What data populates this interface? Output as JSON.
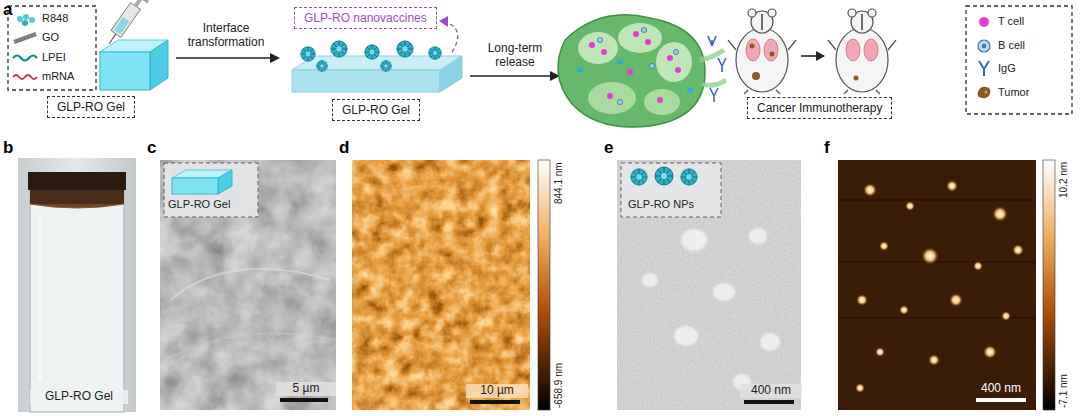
{
  "diagram": {
    "nodes": [
      {
        "text": [
          "GLP-RO Gel"
        ]
      },
      {
        "text": [
          "GLP-RO nanovaccines"
        ]
      },
      {
        "text": [
          "GLP-RO Gel"
        ]
      },
      {
        "text": [
          "Cancer Immunotherapy"
        ]
      }
    ],
    "labels": [
      "a",
      "Interface transformation",
      "Long-term release",
      "b",
      "c",
      "d",
      "e",
      "f",
      "GLP-RO Gel",
      "GLP-RO Gel",
      "5 µm",
      "844.1 nm",
      "-658.9 nm",
      "10 µm",
      "GLP-RO NPs",
      "400 nm",
      "10.2 nm",
      "-7.1 nm",
      "400 nm"
    ],
    "legend": [
      {
        "text": "R848"
      },
      {
        "text": "GO"
      },
      {
        "text": "LPEI"
      },
      {
        "text": "mRNA"
      },
      {
        "text": "T cell",
        "color": "#e23fd2"
      },
      {
        "text": "B cell"
      },
      {
        "text": "IgG"
      },
      {
        "text": "Tumor"
      }
    ]
  }
}
